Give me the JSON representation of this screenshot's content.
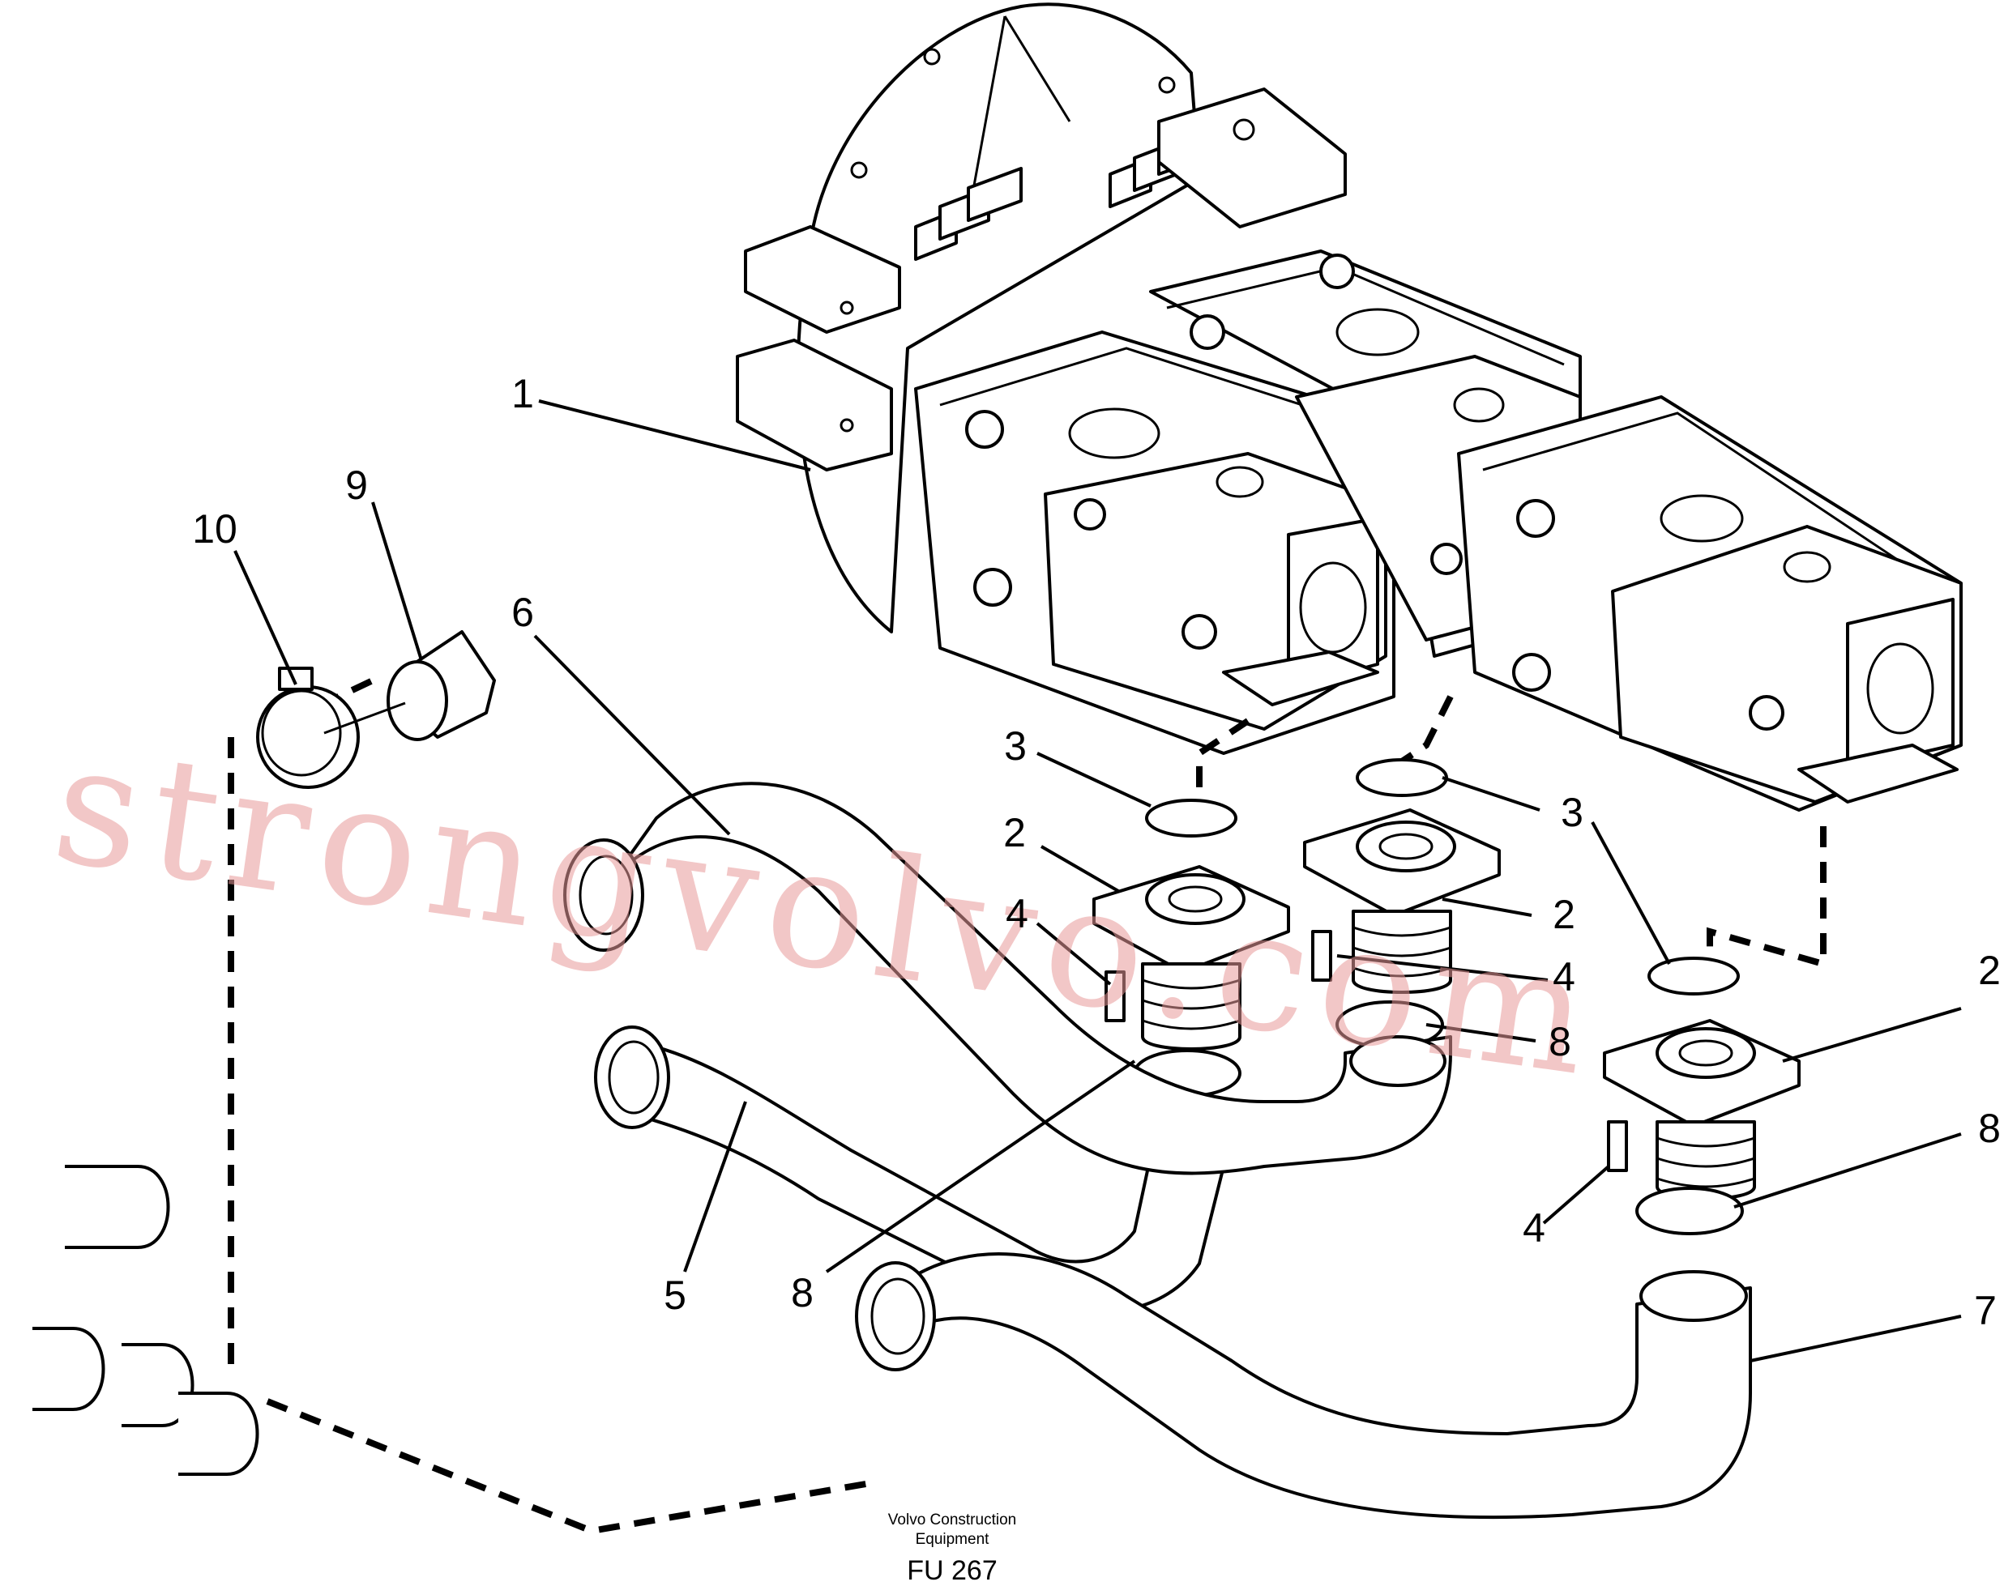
{
  "diagram": {
    "callouts": [
      "1",
      "2",
      "2",
      "2",
      "3",
      "3",
      "4",
      "4",
      "4",
      "5",
      "6",
      "7",
      "8",
      "8",
      "8",
      "9",
      "10"
    ],
    "watermark": "strongvolvo.com",
    "footer": {
      "publisher_line1": "Volvo Construction",
      "publisher_line2": "Equipment",
      "figure_code": "FU 267"
    }
  }
}
